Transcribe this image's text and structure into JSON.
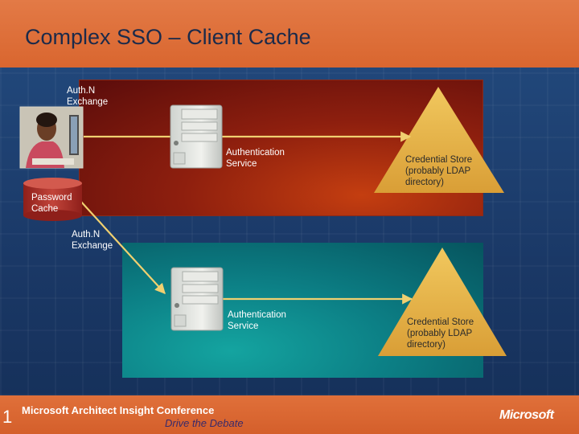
{
  "slide": {
    "title": "Complex SSO – Client Cache",
    "page_number": "1",
    "conference": "Microsoft Architect Insight Conference",
    "tagline": "Drive the Debate",
    "brand": "Microsoft"
  },
  "diagram": {
    "top": {
      "exchange_label": [
        "Auth.N",
        "Exchange"
      ],
      "service_label": [
        "Authentication",
        "Service"
      ],
      "store_label": [
        "Credential Store",
        "(probably LDAP",
        "directory)"
      ]
    },
    "cache": {
      "label": [
        "Password",
        "Cache"
      ]
    },
    "bottom": {
      "exchange_label": [
        "Auth.N",
        "Exchange"
      ],
      "service_label": [
        "Authentication",
        "Service"
      ],
      "store_label": [
        "Credential Store",
        "(probably LDAP",
        "directory)"
      ]
    }
  },
  "icons": [
    "user-photo-icon",
    "server-icon",
    "database-cylinder-icon",
    "triangle-store-icon",
    "arrow-icon"
  ],
  "colors": {
    "header": "#d9662f",
    "footer": "#d45f2b",
    "top_panel": "#8e1f0e",
    "bottom_panel": "#0c7f85",
    "store_triangle": "#e4b24a",
    "arrow": "#f0d070",
    "cache": "#b3342a"
  }
}
